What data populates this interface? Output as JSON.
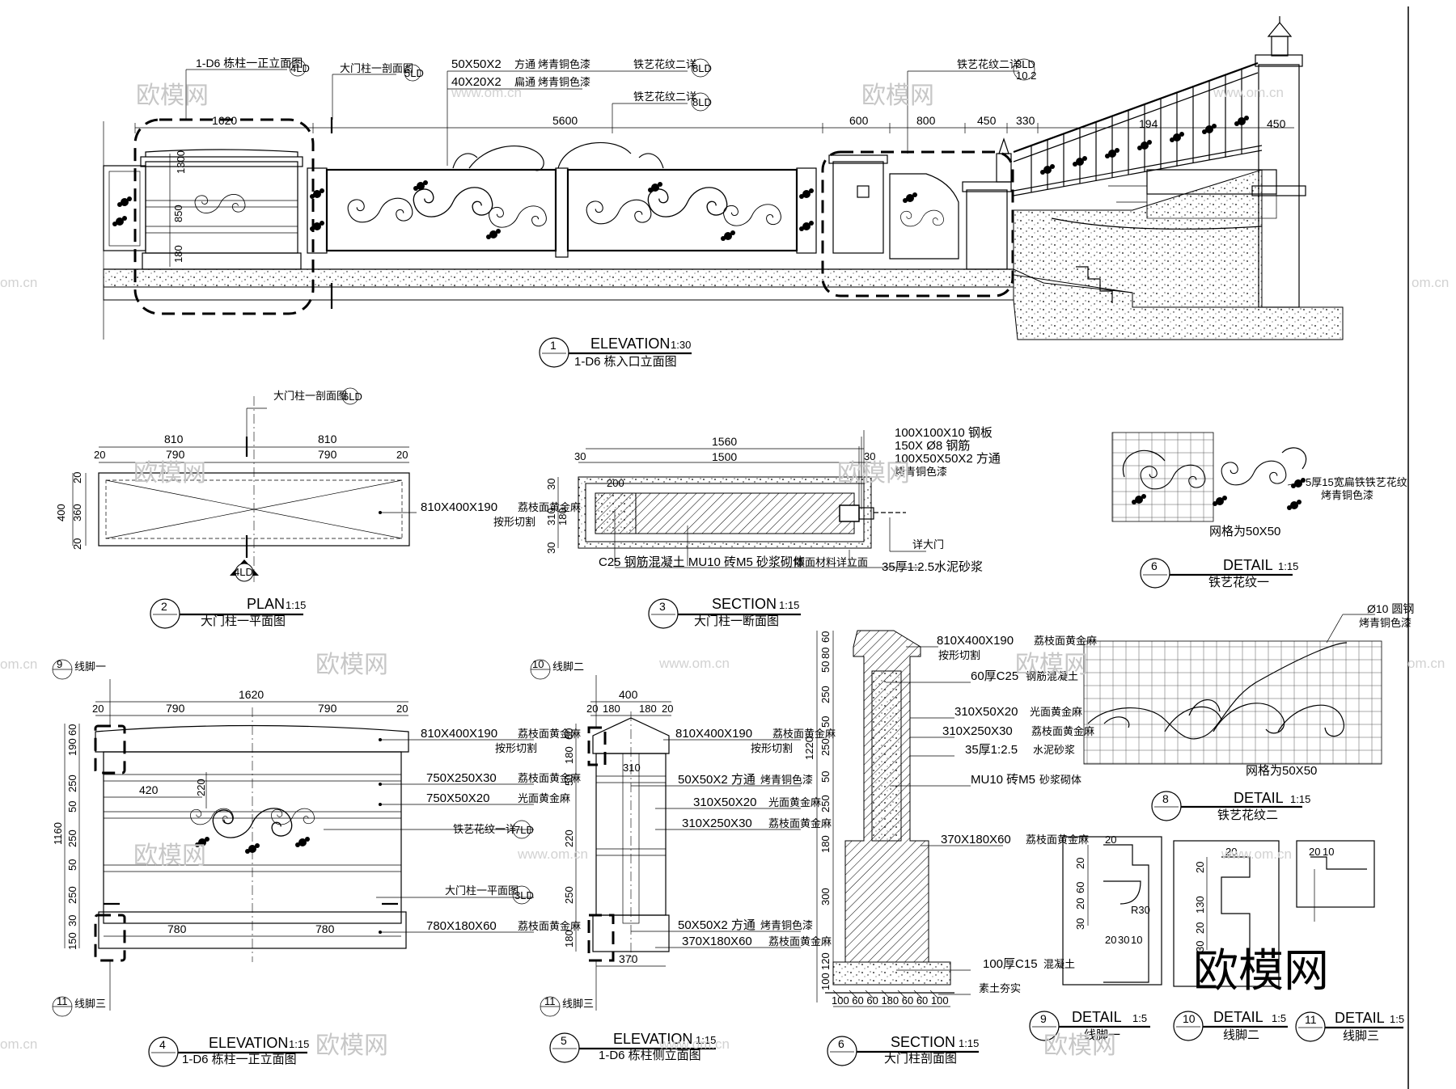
{
  "watermark": {
    "brand": "欧模网",
    "url": "www.om.cn",
    "url_short": "om.cn"
  },
  "view1": {
    "num": "1",
    "title": "ELEVATION",
    "scale": "1:30",
    "subtitle": "1-D6 栋入口立面图",
    "labels": {
      "ref1": "1-D6 栋柱一正立面图",
      "ref1_sym": "4LD",
      "ref2": "大门柱一剖面图",
      "ref2_sym": "5LD",
      "mat1a": "50X50X2",
      "mat1b": "方通",
      "mat1c": "烤青铜色漆",
      "mat2a": "40X20X2",
      "mat2b": "扁通",
      "mat2c": "烤青铜色漆",
      "iron1": "铁艺花纹二详",
      "iron1_sym": "8LD",
      "iron2": "铁艺花纹二详",
      "iron2_sym": "8LD",
      "iron3": "铁艺花纹二详",
      "iron3_sym": "3LD",
      "iron3_sym2": "10.2"
    },
    "dims": {
      "d1620": "1620",
      "d5600": "5600",
      "d600": "600",
      "d800": "800",
      "d450a": "450",
      "d330": "330",
      "d194": "194",
      "d450b": "450",
      "v1300": "1300",
      "v850": "850",
      "v180": "180"
    }
  },
  "view2": {
    "num": "2",
    "title": "PLAN",
    "scale": "1:15",
    "subtitle": "大门柱一平面图",
    "ref": "大门柱一剖面图",
    "ref_sym": "6LD",
    "cut_sym": "4LD",
    "dims": {
      "a810": "810",
      "b810": "810",
      "a20": "20",
      "a790": "790",
      "b790": "790",
      "b20": "20",
      "v400": "400",
      "v20a": "20",
      "v360": "360",
      "v20b": "20"
    },
    "callout": "810X400X190",
    "callout_b": "荔枝面黄金麻",
    "callout_c": "按形切割"
  },
  "view3": {
    "num": "3",
    "title": "SECTION",
    "scale": "1:15",
    "subtitle": "大门柱一断面图",
    "dims": {
      "d1560": "1560",
      "d1500": "1500",
      "d30a": "30",
      "d30b": "30",
      "d200": "200",
      "v30a": "30",
      "v30b": "30",
      "v310": "310",
      "v180": "180"
    },
    "notes": [
      "100X100X10 钢板",
      "150X Ø8 钢筋",
      "100X50X50X2 方通",
      "烤青铜色漆"
    ],
    "bottom1": "C25 钢筋混凝土 MU10 砖M5 砂浆砌体",
    "bottom2": "版面材料详立面",
    "bottom3": "35厚1:2.5水泥砂浆",
    "detail": "详大门"
  },
  "view6a": {
    "num": "6",
    "title": "DETAIL",
    "scale": "1:15",
    "subtitle": "铁艺花纹一",
    "note1": "5厚15宽扁铁铁艺花纹",
    "note2": "烤青铜色漆",
    "grid": "网格为50X50"
  },
  "view4": {
    "num": "4",
    "title": "ELEVATION",
    "scale": "1:15",
    "subtitle": "1-D6 栋柱一正立面图",
    "tag9": "9",
    "tag9_t": "线脚一",
    "tag11": "11",
    "tag11_t": "线脚三",
    "dims": {
      "d1620": "1620",
      "d20a": "20",
      "d790a": "790",
      "d790b": "790",
      "d20b": "20",
      "d420": "420",
      "d220": "220",
      "d780a": "780",
      "d780b": "780",
      "v60": "60",
      "v190": "190",
      "v250a": "250",
      "v50a": "50",
      "v250b": "250",
      "v50b": "50",
      "v250c": "250",
      "v30": "30",
      "v150": "150",
      "v1160": "1160"
    },
    "callouts": [
      {
        "a": "810X400X190",
        "b": "荔枝面黄金麻",
        "c": "按形切割"
      },
      {
        "a": "750X250X30",
        "b": "荔枝面黄金麻"
      },
      {
        "a": "750X50X20",
        "b": "光面黄金麻"
      },
      {
        "a": "铁艺花纹一详",
        "b": "7LD"
      },
      {
        "a": "大门柱一平面图",
        "b": "3LD"
      },
      {
        "a": "780X180X60",
        "b": "荔枝面黄金麻"
      }
    ]
  },
  "view5": {
    "num": "5",
    "title": "ELEVATION",
    "scale": "1:15",
    "subtitle": "1-D6 栋柱侧立面图",
    "tag10": "10",
    "tag10_t": "线脚二",
    "tag11": "11",
    "tag11_t": "线脚三",
    "dims": {
      "d400": "400",
      "d20a": "20",
      "d180a": "180",
      "d180b": "180",
      "d20b": "20",
      "d310": "310",
      "d370": "370",
      "v60": "60",
      "v180a": "180",
      "v50": "50",
      "v220": "220",
      "v250": "250",
      "v180b": "180"
    },
    "callouts": [
      {
        "a": "810X400X190",
        "b": "荔枝面黄金麻",
        "c": "按形切割"
      },
      {
        "a": "50X50X2 方通",
        "b": "烤青铜色漆"
      },
      {
        "a": "310X50X20",
        "b": "光面黄金麻"
      },
      {
        "a": "310X250X30",
        "b": "荔枝面黄金麻"
      },
      {
        "a": "50X50X2 方通",
        "b": "烤青铜色漆"
      },
      {
        "a": "370X180X60",
        "b": "荔枝面黄金麻"
      }
    ]
  },
  "view6b": {
    "num": "6",
    "title": "SECTION",
    "scale": "1:15",
    "subtitle": "大门柱剖面图",
    "dims": {
      "v60": "60",
      "v80": "80",
      "v50": "50",
      "v250a": "250",
      "v50b": "50",
      "v250b": "250",
      "v50c": "50",
      "v250c": "250",
      "v180": "180",
      "v1220": "1220",
      "v300": "300",
      "v120": "120",
      "v100": "100",
      "b": "100 60 60 180 60 60 100"
    },
    "callouts": [
      {
        "a": "810X400X190",
        "b": "荔枝面黄金麻",
        "c": "按形切割"
      },
      {
        "a": "60厚C25",
        "b": "钢筋混凝土"
      },
      {
        "a": "310X50X20",
        "b": "光面黄金麻"
      },
      {
        "a": "310X250X30",
        "b": "荔枝面黄金麻"
      },
      {
        "a": "35厚1:2.5",
        "b": "水泥砂浆"
      },
      {
        "a": "MU10 砖M5",
        "b": "砂浆砌体"
      },
      {
        "a": "370X180X60",
        "b": "荔枝面黄金麻"
      },
      {
        "a": "100厚C15",
        "b": "混凝土"
      },
      {
        "a": "素土夯实",
        "b": ""
      }
    ]
  },
  "view8": {
    "num": "8",
    "title": "DETAIL",
    "scale": "1:15",
    "subtitle": "铁艺花纹二",
    "note1": "Ø10 圆钢",
    "note2": "烤青铜色漆",
    "grid": "网格为50X50"
  },
  "view9": {
    "num": "9",
    "title": "DETAIL",
    "scale": "1:5",
    "subtitle": "线脚一",
    "dims": [
      "20",
      "20",
      "60",
      "20",
      "30",
      "20",
      "30",
      "10",
      "R30"
    ]
  },
  "view10": {
    "num": "10",
    "title": "DETAIL",
    "scale": "1:5",
    "subtitle": "线脚二",
    "dims": [
      "20",
      "20",
      "130",
      "20",
      "30"
    ]
  },
  "view11": {
    "num": "11",
    "title": "DETAIL",
    "scale": "1:5",
    "subtitle": "线脚三",
    "dims": [
      "20",
      "10"
    ]
  }
}
